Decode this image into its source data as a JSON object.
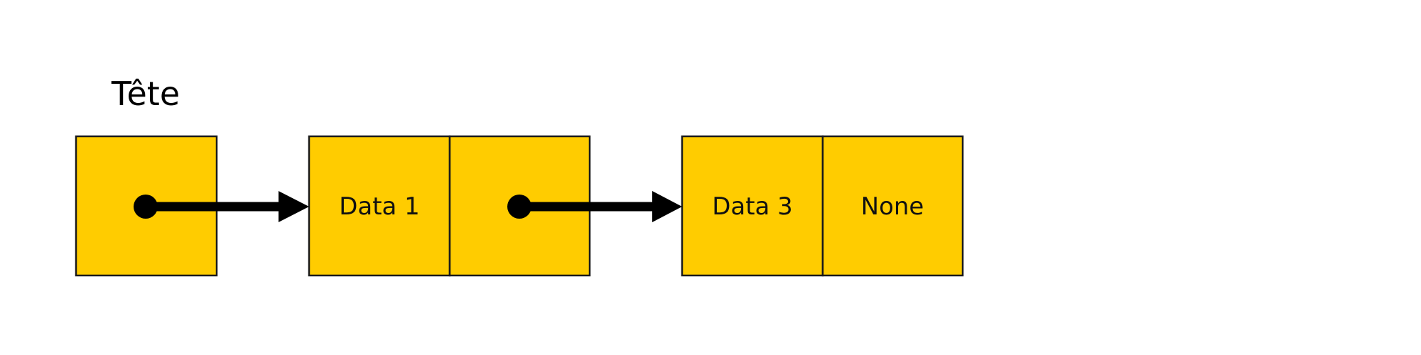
{
  "head": {
    "label": "Tête"
  },
  "nodes": [
    {
      "data": "Data 1",
      "next": ""
    },
    {
      "data": "Data 3",
      "next": "None"
    }
  ],
  "colors": {
    "cell_fill": "#ffcc00",
    "cell_stroke": "#1a1a1a",
    "pointer": "#000000"
  },
  "icons": {
    "pointer_dot": "filled-circle",
    "pointer_arrow": "arrow-right"
  }
}
